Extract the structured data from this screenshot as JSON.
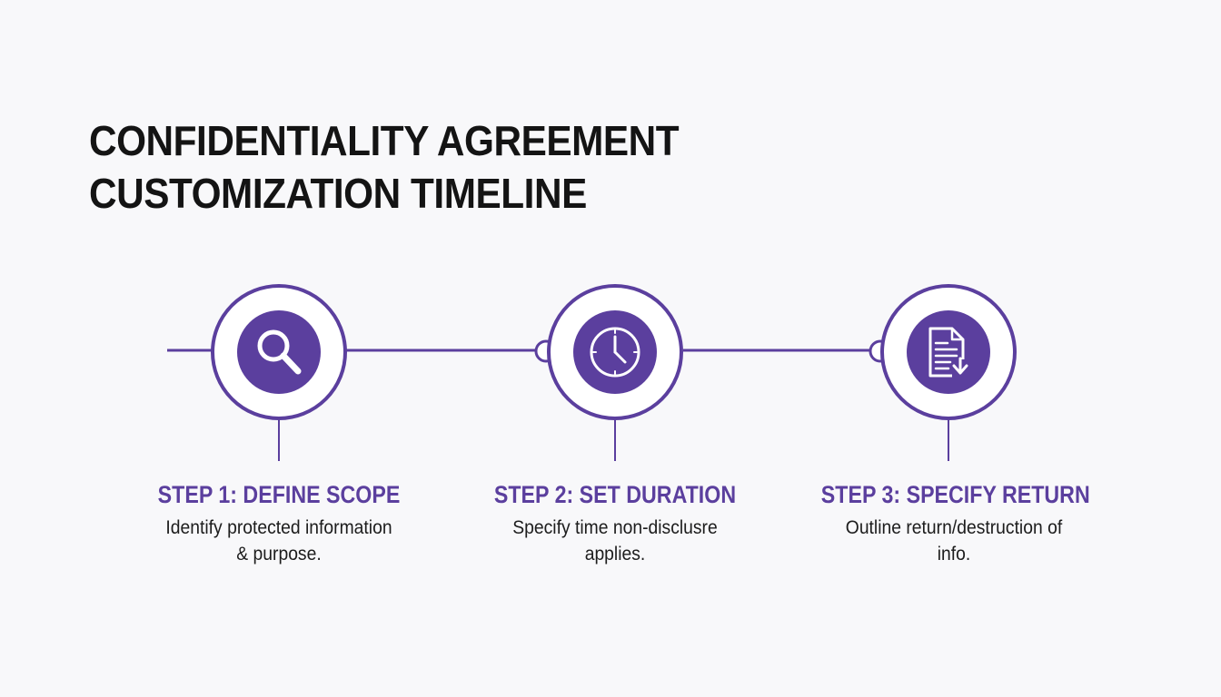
{
  "title": {
    "line1": "CONFIDENTIALITY AGREEMENT",
    "line2": "CUSTOMIZATION TIMELINE"
  },
  "colors": {
    "accent": "#5b3f9e",
    "text": "#1d1d1d",
    "background": "#f8f8fa"
  },
  "steps": [
    {
      "title": "STEP 1: DEFINE SCOPE",
      "desc_line1": "Identify protected information",
      "desc_line2": "& purpose.",
      "icon": "magnifier-icon"
    },
    {
      "title": "STEP 2: SET DURATION",
      "desc_line1": "Specify time non-disclusre",
      "desc_line2": "applies.",
      "icon": "clock-icon"
    },
    {
      "title": "STEP 3: SPECIFY RETURN",
      "desc_line1": "Outline return/destruction of",
      "desc_line2": "info.",
      "icon": "document-download-icon"
    }
  ]
}
